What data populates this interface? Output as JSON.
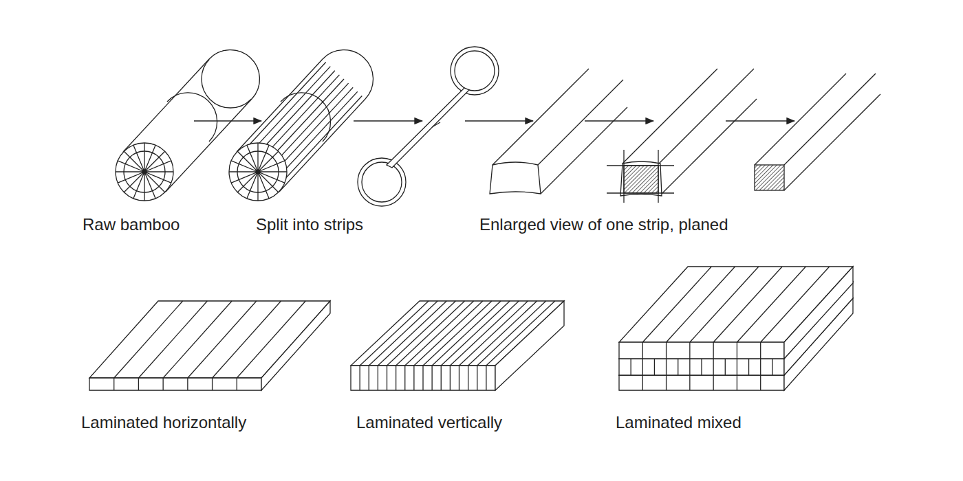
{
  "diagram": {
    "labels": [
      "Raw bamboo",
      "Split into strips",
      "Enlarged view of one strip, planed",
      "Laminated horizontally",
      "Laminated vertically",
      "Laminated mixed"
    ]
  }
}
